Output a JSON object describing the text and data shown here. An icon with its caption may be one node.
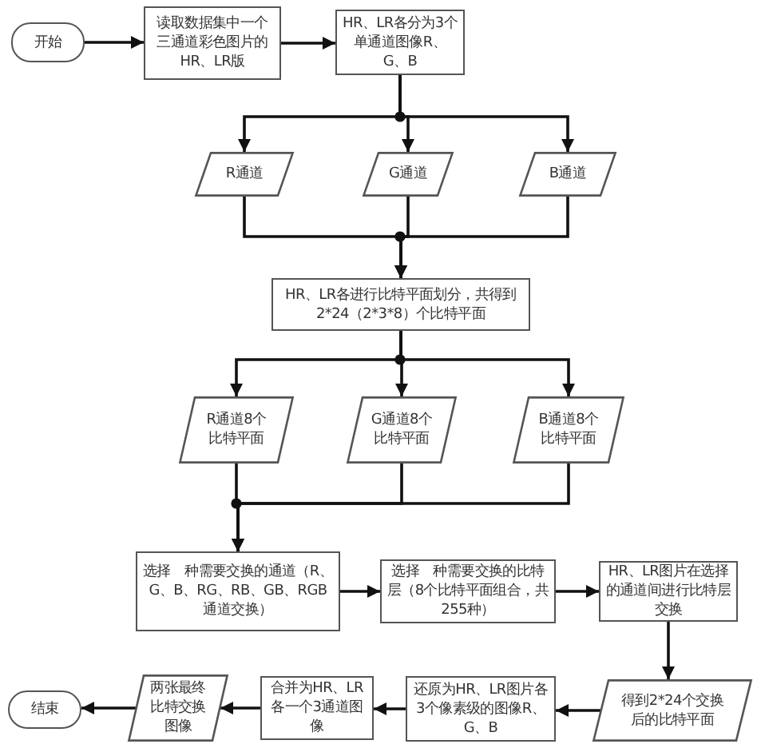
{
  "diagram": {
    "nodes": [
      {
        "text": [
          "开始"
        ]
      },
      {
        "text": [
          "读取数据集中一个三通道彩色图片的HR、LR版"
        ]
      },
      {
        "text": [
          "HR、LR各分为3个单通道图像R、G、B"
        ]
      },
      {
        "text": [
          "R通道"
        ]
      },
      {
        "text": [
          "G通道"
        ]
      },
      {
        "text": [
          "B通道"
        ]
      },
      {
        "text": [
          "HR、LR各进行比特平面划分，共得到2*24（2*3*8）个比特平面"
        ]
      },
      {
        "text": [
          "R通道8个比特平面"
        ]
      },
      {
        "text": [
          "G通道8个比特平面"
        ]
      },
      {
        "text": [
          "B通道8个比特平面"
        ]
      },
      {
        "text": [
          "选择　种需要交换的通道（R、G、B、RG、RB、GB、RGB通道交换）"
        ]
      },
      {
        "text": [
          "选择　种需要交换的比特层（8个比特平面组合，共255种）"
        ]
      },
      {
        "text": [
          "HR、LR图片在选择的通道间进行比特层交换"
        ]
      },
      {
        "text": [
          "得到2*24个交换后的比特平面"
        ]
      },
      {
        "text": [
          "还原为HR、LR图片各3个像素级的图像R、G、B"
        ]
      },
      {
        "text": [
          "合并为HR、LR各一个3通道图像"
        ]
      },
      {
        "text": [
          "两张最终比特交换图像"
        ]
      },
      {
        "text": [
          "结束"
        ]
      }
    ],
    "edges": [
      {
        "from": 0,
        "to": 1,
        "arrow": "to"
      },
      {
        "from": 1,
        "to": 2,
        "arrow": "to"
      },
      {
        "from": 2,
        "to": 3,
        "arrow": "to"
      },
      {
        "from": 2,
        "to": 4,
        "arrow": "to"
      },
      {
        "from": 2,
        "to": 5,
        "arrow": "to"
      },
      {
        "from": 3,
        "to": 6,
        "arrow": "to"
      },
      {
        "from": 4,
        "to": 6,
        "arrow": "to"
      },
      {
        "from": 5,
        "to": 6,
        "arrow": "to"
      },
      {
        "from": 6,
        "to": 7,
        "arrow": "to"
      },
      {
        "from": 6,
        "to": 8,
        "arrow": "to"
      },
      {
        "from": 6,
        "to": 9,
        "arrow": "to"
      },
      {
        "from": 7,
        "to": 10,
        "arrow": "to"
      },
      {
        "from": 8,
        "to": 10,
        "arrow": "to"
      },
      {
        "from": 9,
        "to": 10,
        "arrow": "to"
      },
      {
        "from": 10,
        "to": 11,
        "arrow": "to"
      },
      {
        "from": 11,
        "to": 12,
        "arrow": "to"
      },
      {
        "from": 12,
        "to": 13,
        "arrow": "to"
      },
      {
        "from": 13,
        "to": 14,
        "arrow": "to"
      },
      {
        "from": 14,
        "to": 15,
        "arrow": "to"
      },
      {
        "from": 15,
        "to": 16,
        "arrow": "to"
      },
      {
        "from": 16,
        "to": 17,
        "arrow": "to"
      }
    ]
  }
}
